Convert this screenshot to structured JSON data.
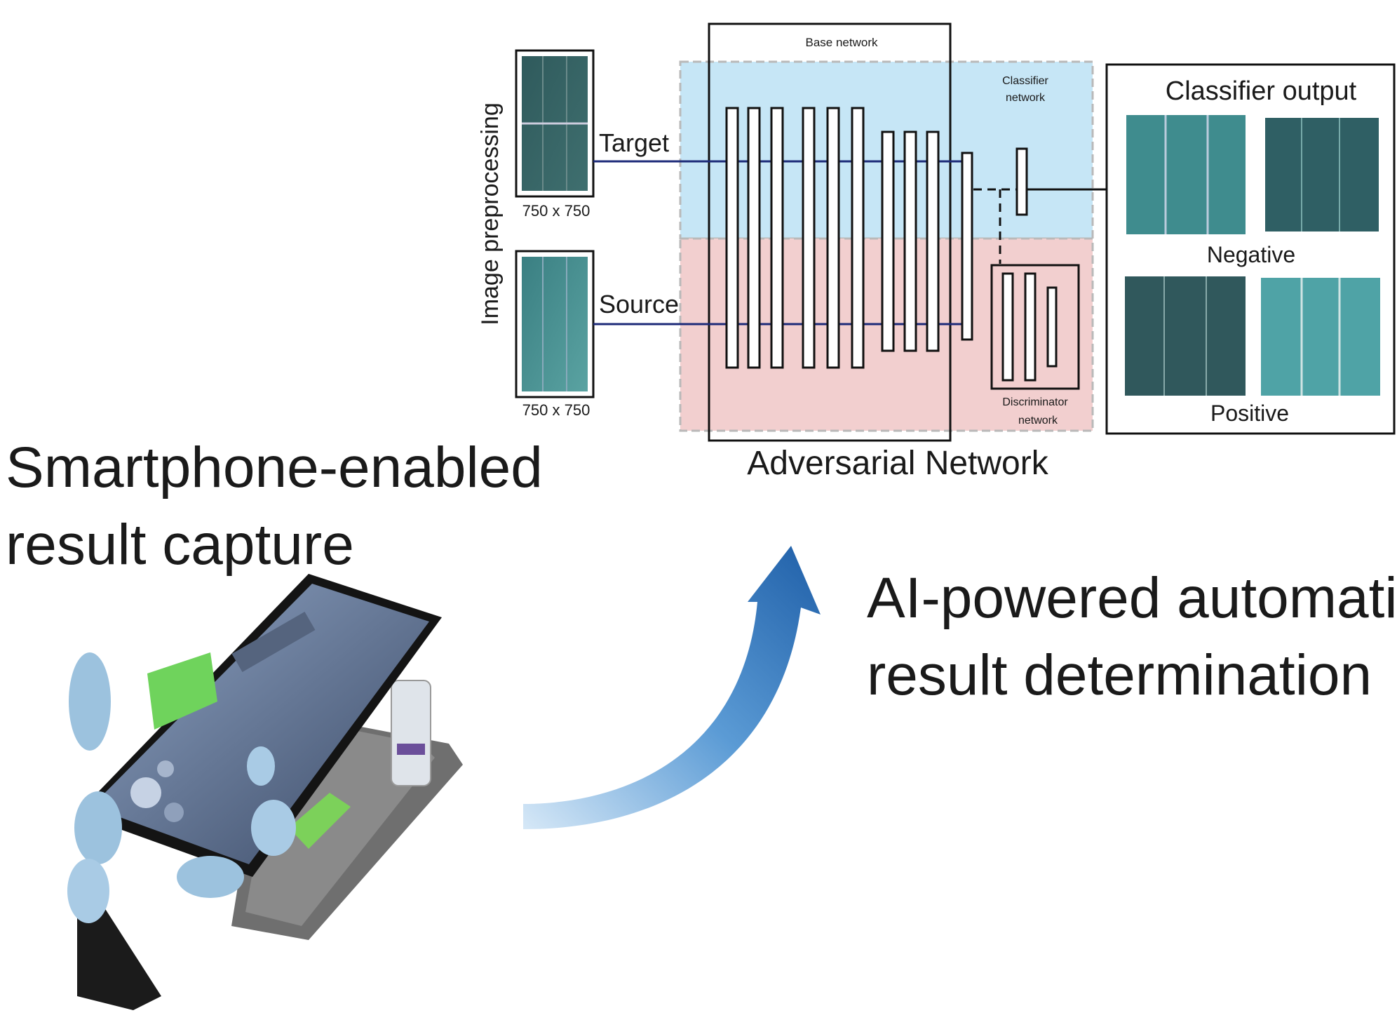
{
  "left_caption": {
    "line1": "Smartphone-enabled",
    "line2": "result capture"
  },
  "right_caption": {
    "line1": "AI-powered automatic",
    "line2": "result determination"
  },
  "diagram": {
    "preprocessing_label": "Image preprocessing",
    "target_label": "Target",
    "source_label": "Source",
    "target_size": "750 x 750",
    "source_size": "750 x 750",
    "base_network_label": "Base network",
    "classifier_network_label": [
      "Classifier",
      "network"
    ],
    "discriminator_network_label": [
      "Discriminator",
      "network"
    ],
    "adversarial_label": "Adversarial Network",
    "classifier_output_label": "Classifier output",
    "negative_label": "Negative",
    "positive_label": "Positive"
  },
  "colors": {
    "classifier_region": "#c6e6f6",
    "discriminator_region": "#f2cfcf",
    "line": "#1c2a78",
    "strip_dark": "#2a4a4c",
    "strip_light": "#4a8a8a",
    "arrow": "#2a6db3"
  }
}
